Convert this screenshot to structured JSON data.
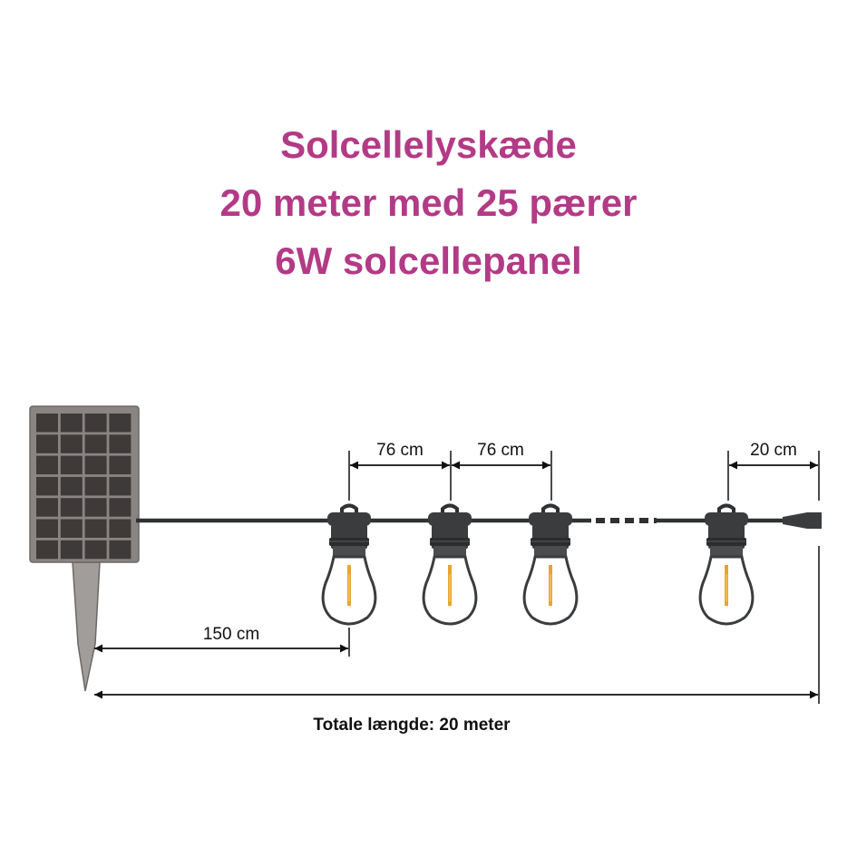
{
  "title": {
    "line1": "Solcellelyskæde",
    "line2": "20 meter med 25 pærer",
    "line3": "6W solcellepanel"
  },
  "dimensions": {
    "spacing1": "76 cm",
    "spacing2": "76 cm",
    "end_cable": "20 cm",
    "lead_cable": "150 cm",
    "total": "Totale længde: 20 meter"
  },
  "colors": {
    "title": "#b33a86",
    "cable": "#2f3133",
    "panel_frame": "#8a8583",
    "panel_cell": "#3d3a39"
  }
}
